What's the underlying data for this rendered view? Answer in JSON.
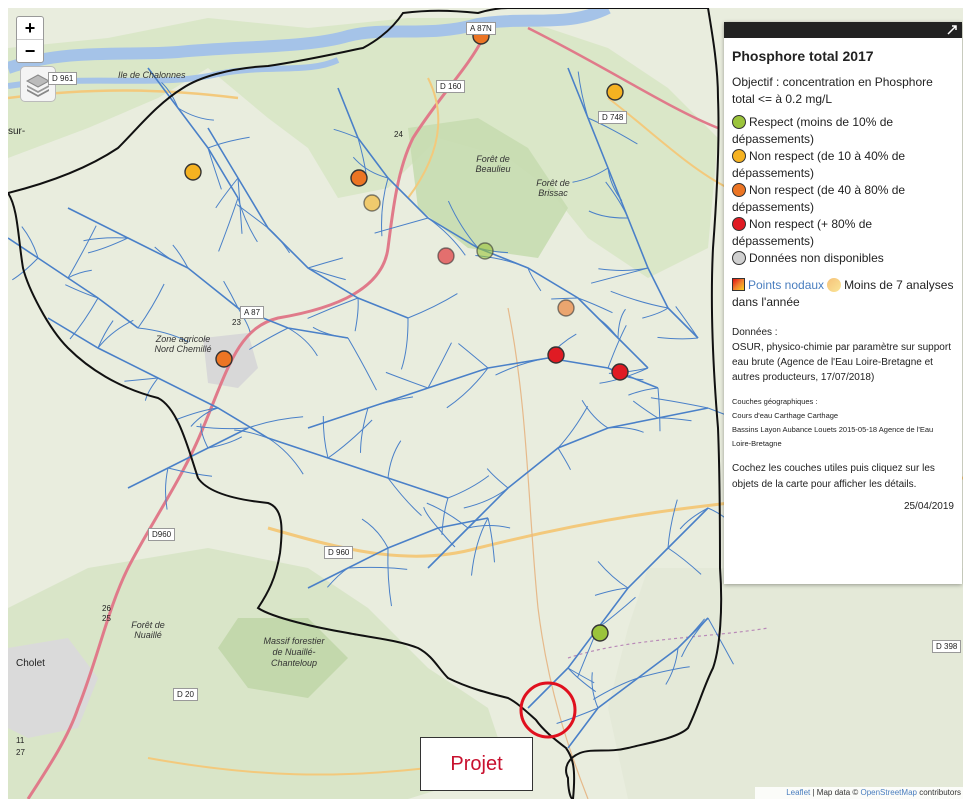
{
  "map": {
    "zoom_in": "+",
    "zoom_out": "−",
    "place_labels": [
      "Ile de Chalonnes",
      "Forêt de Beaulieu",
      "Forêt de Brissac",
      "Zone agricole Nord Chemillé",
      "Forêt de Nuaillé",
      "Massif forestier de Nuaillé-Chanteloup",
      "Cholet",
      "sur-"
    ],
    "road_labels": [
      "A 87N",
      "D 160",
      "D 748",
      "D 961",
      "A 87",
      "D960",
      "D 960",
      "D 20",
      "D 398"
    ],
    "road_numbers": [
      "24",
      "23",
      "26",
      "25",
      "11",
      "27"
    ],
    "stations": [
      {
        "status": "non-respect-40-80"
      },
      {
        "status": "non-respect-10-40"
      },
      {
        "status": "non-respect-10-40"
      },
      {
        "status": "non-respect-40-80"
      },
      {
        "status": "non-respect-10-40",
        "low_sampling": true
      },
      {
        "status": "non-respect-80",
        "low_sampling": true
      },
      {
        "status": "respect",
        "low_sampling": true
      },
      {
        "status": "non-respect-40-80",
        "low_sampling": true
      },
      {
        "status": "non-respect-40-80"
      },
      {
        "status": "non-respect-80"
      },
      {
        "status": "non-respect-80"
      },
      {
        "status": "respect"
      }
    ]
  },
  "legend": {
    "title": "Phosphore total 2017",
    "objective": "Objectif : concentration en Phosphore total <= à 0.2 mg/L",
    "items": [
      {
        "label": "Respect (moins de 10% de dépassements)",
        "color": "#9bc43b"
      },
      {
        "label": "Non respect (de 10 à 40% de dépassements)",
        "color": "#f5b221"
      },
      {
        "label": "Non respect (de 40 à 80% de dépassements)",
        "color": "#ec7524"
      },
      {
        "label": "Non respect (+ 80% de dépassements)",
        "color": "#e01b23"
      },
      {
        "label": "Données non disponibles",
        "color": "#d0d0d0"
      }
    ],
    "nodal_points": "Points nodaux",
    "low_sampling": "Moins de 7 analyses dans l'année",
    "data_title": "Données :",
    "data_text": "OSUR, physico-chimie par paramètre sur support eau brute (Agence de l'Eau Loire-Bretagne et autres producteurs, 17/07/2018)",
    "layers_title": "Couches géographiques :",
    "layers_1": "Cours d'eau Carthage Carthage",
    "layers_2": "Bassins Layon Aubance Louets 2015-05-18 Agence de l'Eau Loire-Bretagne",
    "hint": "Cochez les couches utiles puis cliquez sur les objets de la carte pour afficher les détails.",
    "date": "25/04/2019"
  },
  "attribution": {
    "leaflet": "Leaflet",
    "sep": " | Map data © ",
    "osm": "OpenStreetMap",
    "contributors": " contributors"
  },
  "project_label": "Projet",
  "colors": {
    "respect": "#9bc43b",
    "non-respect-10-40": "#f5b221",
    "non-respect-40-80": "#ec7524",
    "non-respect-80": "#e01b23",
    "river": "#4a80c8",
    "basin_border": "#111111",
    "highlight_circle": "#e0101e"
  }
}
